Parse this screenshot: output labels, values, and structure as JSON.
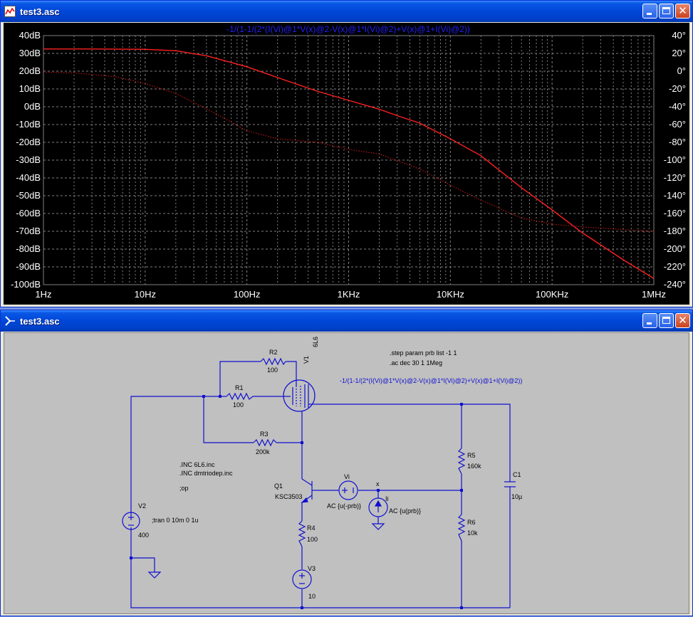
{
  "plot_window": {
    "title": "test3.asc",
    "trace_label": "-1/(1-1/(2*(I(Vi)@1*V(x)@2-V(x)@1*I(Vi)@2)+V(x)@1+I(Vi)@2))"
  },
  "schematic_window": {
    "title": "test3.asc"
  },
  "colors": {
    "plot_bg": "#000000",
    "grid": "#808080",
    "axis_text": "#ffffff",
    "magnitude_trace": "#ff2020",
    "phase_trace": "#c01818",
    "trace_label": "#2020ff",
    "wire": "#1010d0",
    "component": "#1010d0",
    "schematic_bg": "#c0c0c0",
    "titlebar": "#0046d8"
  },
  "chart_data": {
    "type": "line",
    "title": "-1/(1-1/(2*(I(Vi)@1*V(x)@2-V(x)@1*I(Vi)@2)+V(x)@1+I(Vi)@2))",
    "xscale": "log",
    "xlim": [
      1,
      1000000
    ],
    "x_ticks": [
      {
        "v": 1,
        "label": "1Hz"
      },
      {
        "v": 10,
        "label": "10Hz"
      },
      {
        "v": 100,
        "label": "100Hz"
      },
      {
        "v": 1000,
        "label": "1KHz"
      },
      {
        "v": 10000,
        "label": "10KHz"
      },
      {
        "v": 100000,
        "label": "100KHz"
      },
      {
        "v": 1000000,
        "label": "1MHz"
      }
    ],
    "ylim_left": [
      -100,
      40
    ],
    "left_ticks": [
      {
        "v": 40,
        "label": "40dB"
      },
      {
        "v": 30,
        "label": "30dB"
      },
      {
        "v": 20,
        "label": "20dB"
      },
      {
        "v": 10,
        "label": "10dB"
      },
      {
        "v": 0,
        "label": "0dB"
      },
      {
        "v": -10,
        "label": "-10dB"
      },
      {
        "v": -20,
        "label": "-20dB"
      },
      {
        "v": -30,
        "label": "-30dB"
      },
      {
        "v": -40,
        "label": "-40dB"
      },
      {
        "v": -50,
        "label": "-50dB"
      },
      {
        "v": -60,
        "label": "-60dB"
      },
      {
        "v": -70,
        "label": "-70dB"
      },
      {
        "v": -80,
        "label": "-80dB"
      },
      {
        "v": -90,
        "label": "-90dB"
      },
      {
        "v": -100,
        "label": "-100dB"
      }
    ],
    "ylim_right": [
      -240,
      40
    ],
    "right_ticks": [
      {
        "v": 40,
        "label": "40°"
      },
      {
        "v": 20,
        "label": "20°"
      },
      {
        "v": 0,
        "label": "0°"
      },
      {
        "v": -20,
        "label": "-20°"
      },
      {
        "v": -40,
        "label": "-40°"
      },
      {
        "v": -60,
        "label": "-60°"
      },
      {
        "v": -80,
        "label": "-80°"
      },
      {
        "v": -100,
        "label": "-100°"
      },
      {
        "v": -120,
        "label": "-120°"
      },
      {
        "v": -140,
        "label": "-140°"
      },
      {
        "v": -160,
        "label": "-160°"
      },
      {
        "v": -180,
        "label": "-180°"
      },
      {
        "v": -200,
        "label": "-200°"
      },
      {
        "v": -220,
        "label": "-220°"
      },
      {
        "v": -240,
        "label": "-240°"
      }
    ],
    "grid": true,
    "series": [
      {
        "style": "solid",
        "axis": "left",
        "x": [
          1,
          3,
          10,
          20,
          40,
          100,
          200,
          500,
          1000,
          2000,
          3000,
          5000,
          10000,
          20000,
          30000,
          50000,
          100000,
          200000,
          500000,
          1000000
        ],
        "y": [
          32.5,
          32.5,
          32.3,
          31.5,
          28.7,
          22.5,
          16.4,
          8.6,
          3.6,
          -1.4,
          -5,
          -9.2,
          -18,
          -27.5,
          -35.5,
          -45.5,
          -58,
          -71,
          -86,
          -96.5
        ]
      },
      {
        "style": "dotted",
        "axis": "right",
        "x": [
          1,
          2,
          5,
          10,
          20,
          50,
          100,
          200,
          500,
          1000,
          2000,
          5000,
          10000,
          20000,
          50000,
          100000,
          200000,
          500000,
          1000000
        ],
        "y": [
          -1,
          -2,
          -6,
          -14,
          -25,
          -48,
          -67,
          -76,
          -80,
          -88,
          -93,
          -110,
          -128,
          -145,
          -165,
          -172,
          -175,
          -178,
          -180
        ]
      }
    ]
  },
  "schematic": {
    "components": [
      {
        "ref": "V1",
        "value": "6L6"
      },
      {
        "ref": "R1",
        "value": "100"
      },
      {
        "ref": "R2",
        "value": "100"
      },
      {
        "ref": "R3",
        "value": "200k"
      },
      {
        "ref": "R4",
        "value": "100"
      },
      {
        "ref": "R5",
        "value": "160k"
      },
      {
        "ref": "R6",
        "value": "10k"
      },
      {
        "ref": "C1",
        "value": "10µ"
      },
      {
        "ref": "V2",
        "value": "400"
      },
      {
        "ref": "V3",
        "value": "10"
      },
      {
        "ref": "Q1",
        "value": "KSC3503"
      },
      {
        "ref": "Vi",
        "value": "AC {u(-prb)}"
      },
      {
        "ref": "Ii",
        "value": "AC {u(prb)}"
      }
    ],
    "net_label": "x",
    "directives": {
      "step": ".step param prb list -1 1",
      "ac": ".ac dec 30 1 1Meg",
      "measure": "-1/(1-1/(2*(I(Vi)@1*V(x)@2-V(x)@1*I(Vi)@2)+V(x)@1+I(Vi)@2))",
      "inc1": ".INC 6L6.inc",
      "inc2": ".INC dmtriodep.inc",
      "op": ";op",
      "tran": ";tran 0 10m 0 1u"
    }
  }
}
